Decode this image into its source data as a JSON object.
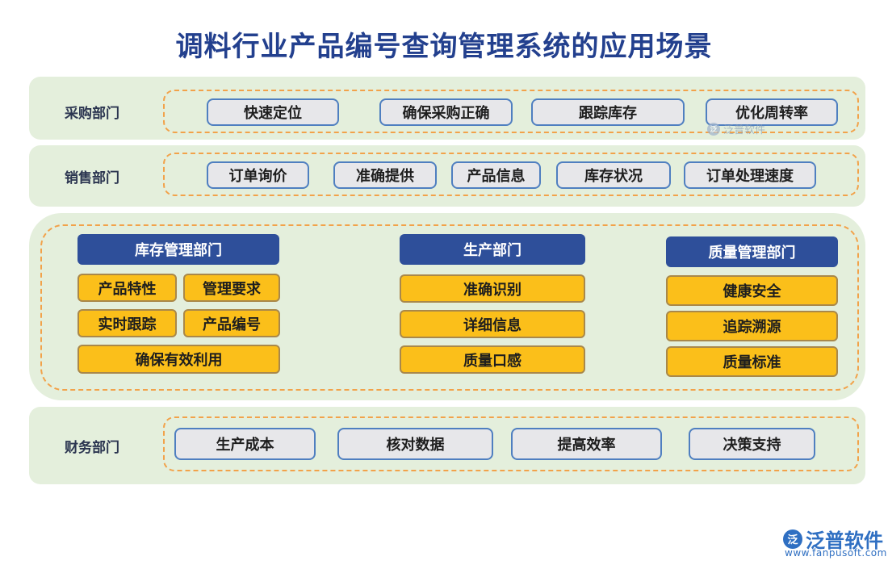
{
  "title": "调料行业产品编号查询管理系统的应用场景",
  "purchase": {
    "label": "采购部门",
    "items": [
      "快速定位",
      "确保采购正确",
      "跟踪库存",
      "优化周转率"
    ]
  },
  "sales": {
    "label": "销售部门",
    "items": [
      "订单询价",
      "准确提供",
      "产品信息",
      "库存状况",
      "订单处理速度"
    ]
  },
  "inventory": {
    "header": "库存管理部门",
    "items": [
      "产品特性",
      "管理要求",
      "实时跟踪",
      "产品编号",
      "确保有效利用"
    ]
  },
  "production": {
    "header": "生产部门",
    "items": [
      "准确识别",
      "详细信息",
      "质量口感"
    ]
  },
  "quality": {
    "header": "质量管理部门",
    "items": [
      "健康安全",
      "追踪溯源",
      "质量标准"
    ]
  },
  "finance": {
    "label": "财务部门",
    "items": [
      "生产成本",
      "核对数据",
      "提高效率",
      "决策支持"
    ]
  },
  "brand": {
    "name": "泛普软件",
    "url": "www.fanpusoft.com",
    "color": "#2f6fc2"
  },
  "colors": {
    "title": "#23408e",
    "band": "#e4efdc",
    "header": "#2e4f9a",
    "tag": "#fbbf1a",
    "dash": "#f2a24a"
  }
}
